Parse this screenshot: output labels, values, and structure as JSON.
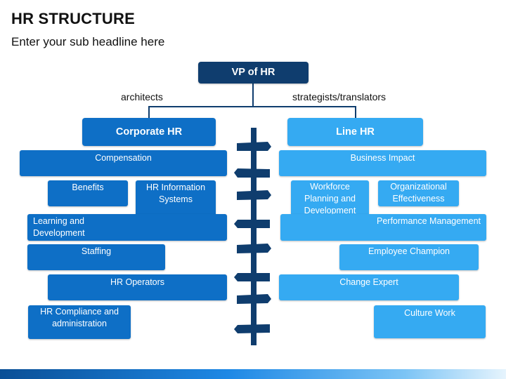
{
  "header": {
    "title": "HR STRUCTURE",
    "subtitle": "Enter your sub headline here"
  },
  "diagram": {
    "top": "VP of HR",
    "left_label": "architects",
    "right_label": "strategists/translators",
    "left_header": "Corporate HR",
    "right_header": "Line HR",
    "left_items": {
      "compensation": "Compensation",
      "benefits": "Benefits",
      "hr_information_systems": "HR Information Systems",
      "learning_and_development": "Learning and Development",
      "staffing": "Staffing",
      "hr_operators": "HR Operators",
      "hr_compliance": "HR Compliance and administration"
    },
    "right_items": {
      "business_impact": "Business Impact",
      "workforce_planning": "Workforce Planning and Development",
      "organizational_effectiveness": "Organizational Effectiveness",
      "performance_management": "Performance Management",
      "employee_champion": "Employee Champion",
      "change_expert": "Change Expert",
      "culture_work": "Culture Work"
    }
  },
  "colors": {
    "navy": "#0f3d6e",
    "corporate_blue": "#0e6fc6",
    "line_blue": "#35aaf2"
  }
}
